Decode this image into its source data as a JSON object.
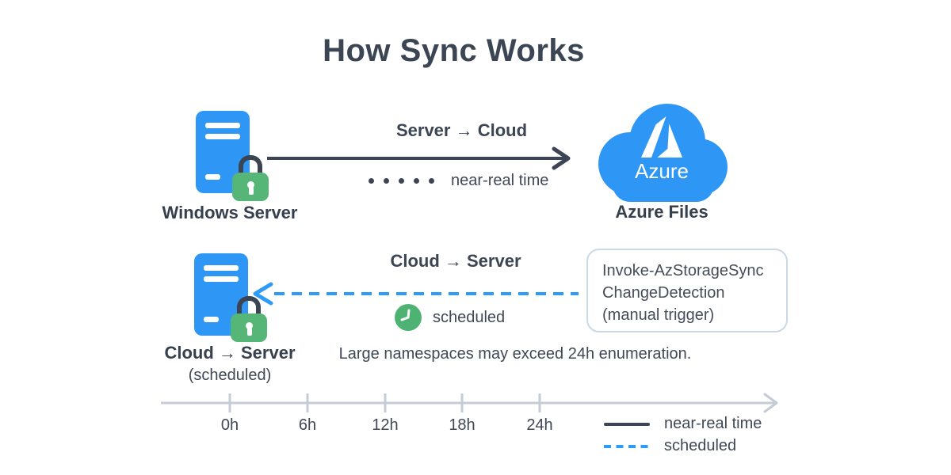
{
  "title": "How Sync Works",
  "colors": {
    "blue": "#2E97F5",
    "dashed_blue": "#2E9BF7",
    "green": "#55B678",
    "clock_green": "#4DB272",
    "dark": "#3C4553",
    "timeline_gray": "#C5CCD5",
    "box_border": "#CBD9E6"
  },
  "top_flow": {
    "source_label": "Windows Server",
    "direction_label": "Server → Cloud",
    "mode_label": "near-real time",
    "cloud_text": "Azure",
    "target_label": "Azure Files"
  },
  "bottom_flow": {
    "direction_label": "Cloud → Server",
    "mode_label": "scheduled",
    "source_label_line1": "Cloud → Server",
    "source_label_line2": "(scheduled)",
    "command_box": {
      "line1": "Invoke-AzStorageSync",
      "line2": "ChangeDetection",
      "line3": "(manual trigger)"
    }
  },
  "note": "Large namespaces may exceed 24h enumeration.",
  "timeline": {
    "ticks": [
      "0h",
      "6h",
      "12h",
      "18h",
      "24h"
    ]
  },
  "legend": [
    {
      "style": "solid",
      "label": "near-real time"
    },
    {
      "style": "dashed",
      "label": "scheduled"
    }
  ]
}
